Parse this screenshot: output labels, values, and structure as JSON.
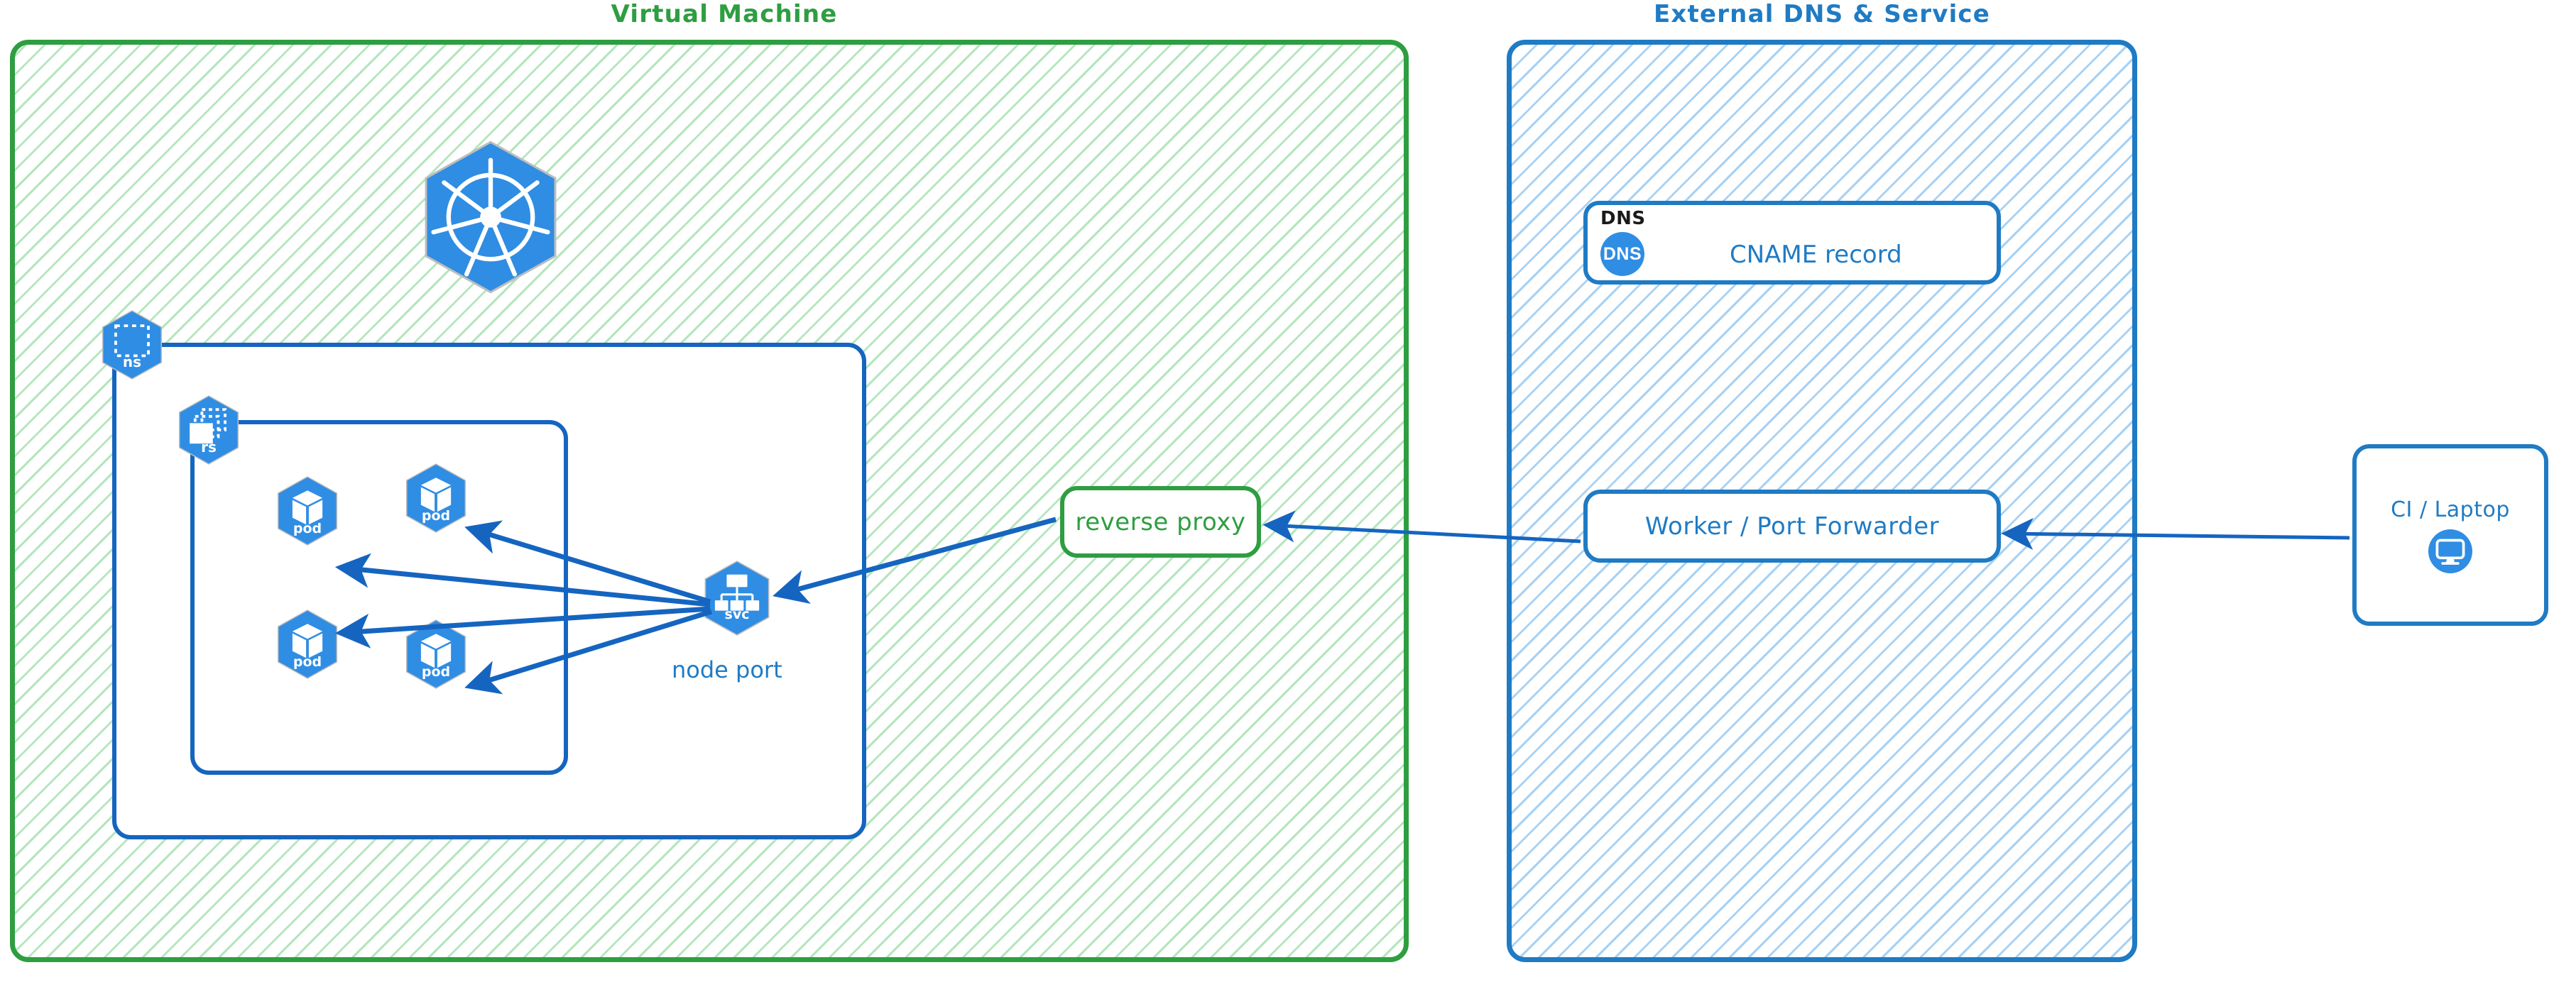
{
  "diagram": {
    "title": "Kubernetes on VM exposed via reverse proxy and external DNS",
    "colors": {
      "vm_green": "#2e9e41",
      "external_blue": "#1f7bc4",
      "k8s_blue": "#2f8de4",
      "arrow_blue": "#1565c0",
      "dns_label_black": "#1a1a1a",
      "icon_white": "#ffffff"
    }
  },
  "panels": {
    "vm": {
      "title": "Virtual Machine",
      "fill_style": "diagonal-hatch",
      "border_color": "#2e9e41"
    },
    "external": {
      "title": "External DNS & Service",
      "fill_style": "diagonal-hatch",
      "border_color": "#1f7bc4"
    }
  },
  "k8s": {
    "cluster_logo": {
      "icon": "kubernetes-helm-wheel-icon",
      "label": ""
    },
    "namespace": {
      "icon": "namespace-icon",
      "caption": "ns"
    },
    "replicaset": {
      "icon": "replicaset-icon",
      "caption": "rs"
    },
    "pods": [
      {
        "icon": "pod-icon",
        "caption": "pod"
      },
      {
        "icon": "pod-icon",
        "caption": "pod"
      },
      {
        "icon": "pod-icon",
        "caption": "pod"
      },
      {
        "icon": "pod-icon",
        "caption": "pod"
      }
    ],
    "service": {
      "icon": "service-icon",
      "caption": "svc",
      "sublabel": "node port"
    }
  },
  "boxes": {
    "reverse_proxy": {
      "label": "reverse proxy",
      "color": "#2e9e41"
    },
    "worker": {
      "label": "Worker / Port Forwarder",
      "color": "#1f7bc4"
    },
    "ci_laptop": {
      "label": "CI / Laptop",
      "icon": "desktop-monitor-icon",
      "color": "#1f7bc4"
    }
  },
  "dns_card": {
    "header": "DNS",
    "badge": "DNS",
    "label": "CNAME record"
  },
  "connections": [
    {
      "from": "svc",
      "to": "pod-1",
      "style": "arrow"
    },
    {
      "from": "svc",
      "to": "pod-2",
      "style": "arrow"
    },
    {
      "from": "svc",
      "to": "pod-3",
      "style": "arrow"
    },
    {
      "from": "svc",
      "to": "pod-4",
      "style": "arrow"
    },
    {
      "from": "reverse-proxy",
      "to": "svc",
      "style": "arrow"
    },
    {
      "from": "worker",
      "to": "reverse-proxy",
      "style": "arrow"
    },
    {
      "from": "ci-laptop",
      "to": "worker",
      "style": "arrow"
    }
  ]
}
